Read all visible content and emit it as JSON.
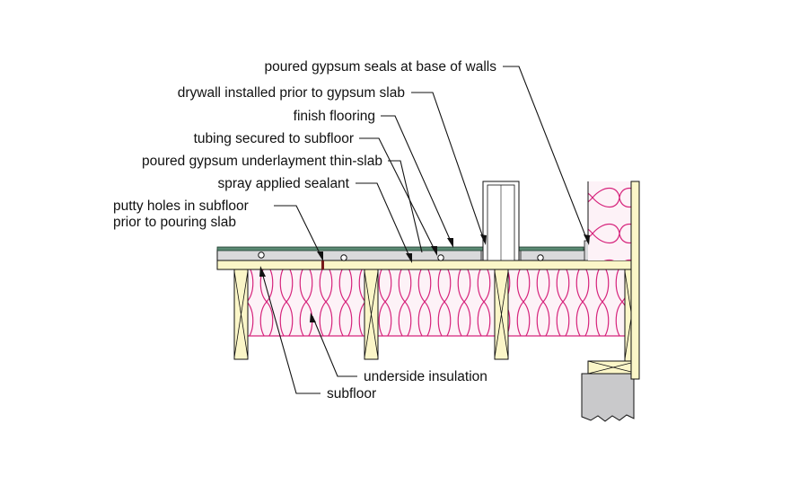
{
  "labels": {
    "poured_gypsum_seals": "poured gypsum seals at base of walls",
    "drywall_installed": "drywall installed prior to gypsum slab",
    "finish_flooring": "finish flooring",
    "tubing_secured": "tubing secured to subfloor",
    "poured_gypsum_underlayment": "poured gypsum underlayment thin-slab",
    "spray_applied_sealant": "spray applied sealant",
    "putty_holes_line1": "putty holes in subfloor",
    "putty_holes_line2": "prior to pouring slab",
    "underside_insulation": "underside insulation",
    "subfloor": "subfloor"
  },
  "colors": {
    "lumber": "#fbf6c8",
    "insulation": "#d6247c",
    "insulation_fill": "#fdf2f7",
    "gypsum": "#d9d9db",
    "flooring": "#5b8a73",
    "foundation": "#c9c9cb",
    "line": "#111111"
  }
}
